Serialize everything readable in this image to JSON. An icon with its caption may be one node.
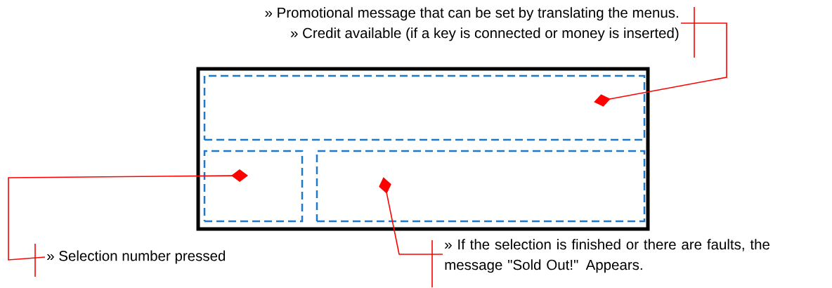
{
  "diagram": {
    "nodes": [
      {
        "text": [],
        "shape": "box"
      },
      {
        "text": [],
        "shape": "box",
        "in": 0
      },
      {
        "text": [],
        "shape": "box",
        "in": 0
      },
      {
        "text": [],
        "shape": "box",
        "in": 0
      },
      {
        "text": [
          "» Promotional message that can be set by translating the menus.",
          "» Credit available (if a key is connected or money is inserted)"
        ]
      },
      {
        "text": [
          "» Selection number pressed"
        ]
      },
      {
        "text": [
          "» If the selection is finished or there are faults, the message \"Sold Out!\" Appears."
        ]
      }
    ],
    "edges": [
      {
        "from": 4,
        "to": 1,
        "arrow": "other"
      },
      {
        "from": 5,
        "to": 2,
        "arrow": "other"
      },
      {
        "from": 6,
        "to": 3,
        "arrow": "other"
      }
    ]
  }
}
